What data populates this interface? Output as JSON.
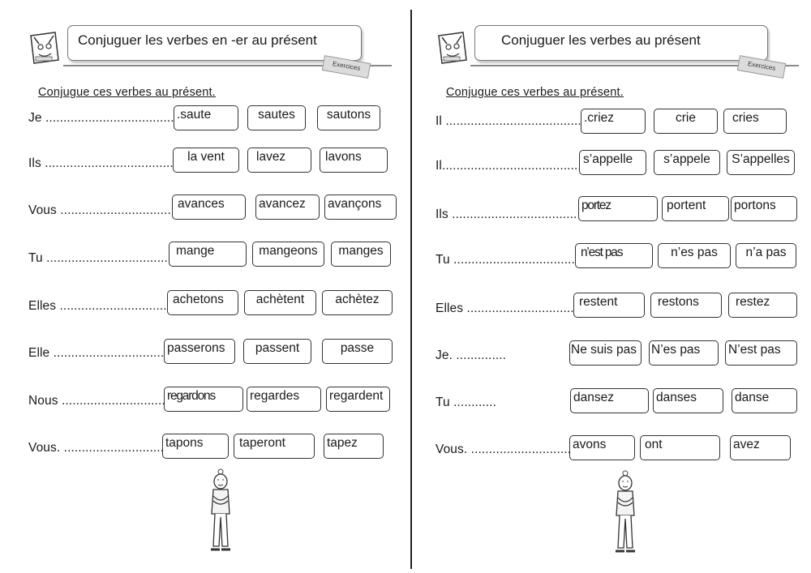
{
  "left": {
    "title": "Conjuguer les verbes en -er au présent",
    "exercise_tag": "Exercices",
    "instruction": "Conjugue ces verbes au présent.",
    "rows": [
      {
        "subject": "Je  ....................................................",
        "options": [
          ".saute",
          "sautes",
          "sautons"
        ]
      },
      {
        "subject": "Ils ......................................................",
        "options": [
          "la vent",
          "lavez",
          "lavons"
        ]
      },
      {
        "subject": "Vous  ....................................................",
        "options": [
          "avances",
          "avancez",
          "avançons"
        ]
      },
      {
        "subject": "Tu ......................................................",
        "options": [
          "mange",
          "mangeons",
          "manges"
        ]
      },
      {
        "subject": "Elles ..................................................",
        "options": [
          "achetons",
          "achètent",
          "achètez"
        ]
      },
      {
        "subject": "Elle ...................................................",
        "options": [
          "passerons",
          "passent",
          "passe"
        ]
      },
      {
        "subject": "Nous  ..................................................",
        "options": [
          "regardons",
          "regardes",
          "regardent"
        ]
      },
      {
        "subject": "Vous. ...................................................",
        "options": [
          "tapons",
          "taperont",
          "tapez"
        ]
      }
    ]
  },
  "right": {
    "title": "Conjuguer les verbes au présent",
    "exercise_tag": "Exercices",
    "instruction": "Conjugue ces verbes au présent.",
    "rows": [
      {
        "subject": "Il   ......................................................",
        "options": [
          ".criez",
          "crie",
          "cries"
        ]
      },
      {
        "subject": "Il........................................................",
        "options": [
          "s’appelle",
          "s’appele",
          "S’appelles"
        ]
      },
      {
        "subject": "Ils   ....................................................",
        "options": [
          "portez",
          "portent",
          "portons"
        ]
      },
      {
        "subject": "Tu ......................................................",
        "options": [
          "n’est pas",
          "n’es pas",
          "n’a pas"
        ]
      },
      {
        "subject": "Elles ..................................................",
        "options": [
          "restent",
          "restons",
          "restez"
        ]
      },
      {
        "subject": "Je. ..............",
        "options": [
          "Ne suis pas",
          "N’es pas",
          "N’est pas"
        ]
      },
      {
        "subject": "Tu  ............",
        "options": [
          "dansez",
          "danses",
          "danse"
        ]
      },
      {
        "subject": "Vous. ...................................................",
        "options": [
          "avons",
          "ont",
          "avez"
        ]
      }
    ]
  },
  "icons": {
    "logo": "verbes-mascot-icon",
    "figure": "boy-figure-illustration"
  }
}
